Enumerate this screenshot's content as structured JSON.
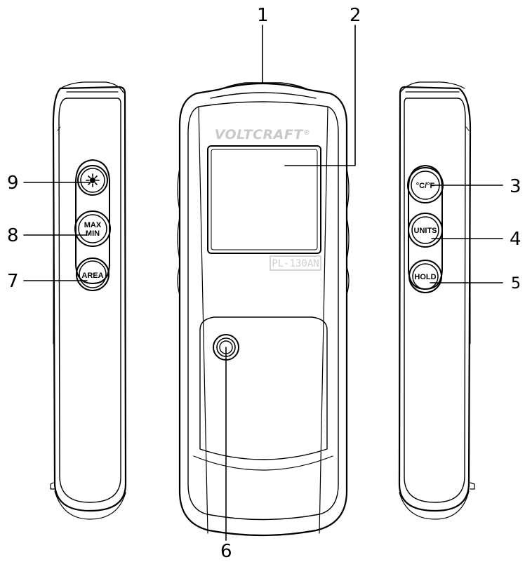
{
  "device": {
    "brand": "VOLTCRAFT",
    "brand_mark": "®",
    "model": "PL-130AN"
  },
  "buttons": {
    "max_line1": "MAX",
    "max_line2": "MIN",
    "area": "AREA",
    "cf": "°C/°F",
    "units": "UNITS",
    "hold": "HOLD"
  },
  "callouts": [
    "1",
    "2",
    "3",
    "4",
    "5",
    "6",
    "7",
    "8",
    "9"
  ],
  "colors": {
    "stroke": "#000000",
    "background": "#ffffff",
    "brand_text": "#c9c9c9"
  },
  "icons": {
    "backlight": "sun-icon"
  }
}
